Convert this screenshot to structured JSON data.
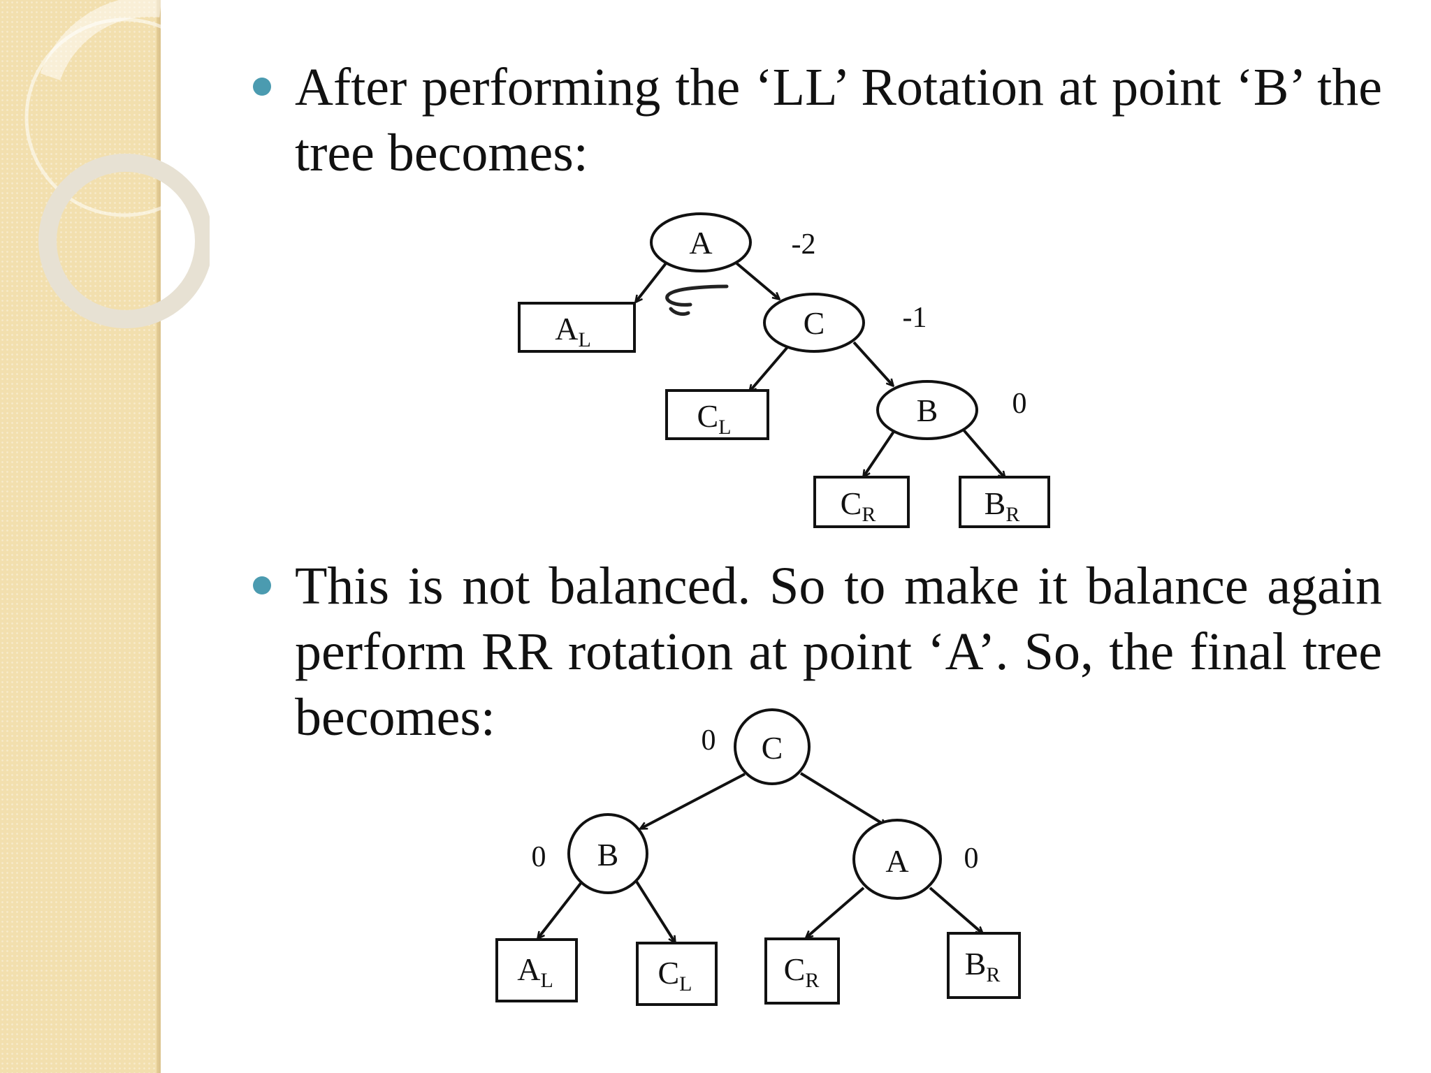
{
  "slide": {
    "bullet1": "After performing the ‘LL’ Rotation at point ‘B’ the tree becomes:",
    "bullet2": "This is not balanced. So to make it balance again perform RR rotation at point ‘A’. So, the final tree becomes:"
  },
  "tree1": {
    "nodes": [
      {
        "id": "A",
        "label": "A",
        "balance": "-2"
      },
      {
        "id": "C",
        "label": "C",
        "balance": "-1"
      },
      {
        "id": "B",
        "label": "B",
        "balance": "0"
      }
    ],
    "subtrees": [
      {
        "id": "AL",
        "label": "A",
        "sub": "L"
      },
      {
        "id": "CL",
        "label": "C",
        "sub": "L"
      },
      {
        "id": "CR",
        "label": "C",
        "sub": "R"
      },
      {
        "id": "BR",
        "label": "B",
        "sub": "R"
      }
    ]
  },
  "tree2": {
    "nodes": [
      {
        "id": "C",
        "label": "C",
        "balance": "0"
      },
      {
        "id": "B",
        "label": "B",
        "balance": "0"
      },
      {
        "id": "A",
        "label": "A",
        "balance": "0"
      }
    ],
    "subtrees": [
      {
        "id": "AL",
        "label": "A",
        "sub": "L"
      },
      {
        "id": "CL",
        "label": "C",
        "sub": "L"
      },
      {
        "id": "CR",
        "label": "C",
        "sub": "R"
      },
      {
        "id": "BR",
        "label": "B",
        "sub": "R"
      }
    ]
  }
}
